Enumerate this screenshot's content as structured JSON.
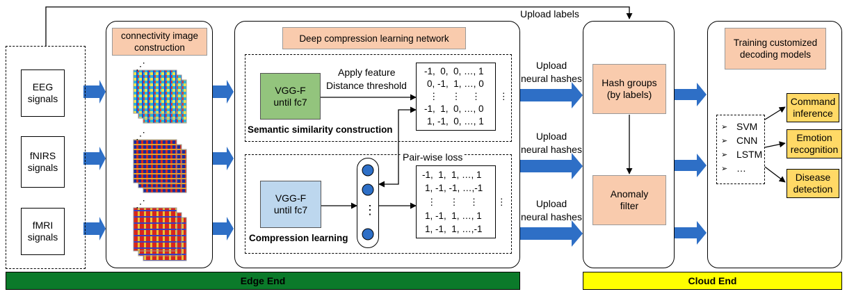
{
  "edge": {
    "signals": [
      "EEG\nsignals",
      "fNIRS\nsignals",
      "fMRI\nsignals"
    ],
    "connectivity_title": "connectivity image\nconstruction",
    "deep_title": "Deep compression learning network",
    "top_net": {
      "vgg_label": "VGG-F\nuntil fc7",
      "apply_feature": "Apply feature",
      "distance_threshold": "Distance threshold",
      "matrix_rows": [
        "-1,  0,  0, …, 1",
        "0, -1,  1, …, 0",
        "⋮     ⋮    ⋮       ⋮",
        "-1,  1,  0, …, 0",
        "1, -1,  0, …, 1"
      ],
      "section_label": "Semantic similarity construction"
    },
    "bottom_net": {
      "vgg_label": "VGG-F\nuntil fc7",
      "pairwise_loss": "Pair-wise loss",
      "matrix_rows": [
        "-1,  1,  1, …, 1",
        "1, -1, -1, …,-1",
        "⋮     ⋮    ⋮       ⋮",
        "1, -1,  1, …, 1",
        "1, -1,  1, …,-1"
      ],
      "section_label": "Compression  learning",
      "dots": "⋮"
    },
    "bar_label": "Edge End",
    "bar_color": "#0b7a2a"
  },
  "transfer": {
    "upload_labels": "Upload labels",
    "upload_hashes": [
      "Upload\nneural hashes",
      "Upload\nneural hashes",
      "Upload\nneural hashes"
    ],
    "arrow_color": "#2e6fc6"
  },
  "cloud": {
    "hash_groups": "Hash groups\n(by labels)",
    "anomaly_filter": "Anomaly\nfilter",
    "training_title": "Training customized\ndecoding models",
    "models": [
      "SVM",
      "CNN",
      "LSTM",
      "…"
    ],
    "outputs": [
      "Command\ninference",
      "Emotion\nrecognition",
      "Disease\ndetection"
    ],
    "bar_label": "Cloud End",
    "bar_color": "#ffff00"
  }
}
